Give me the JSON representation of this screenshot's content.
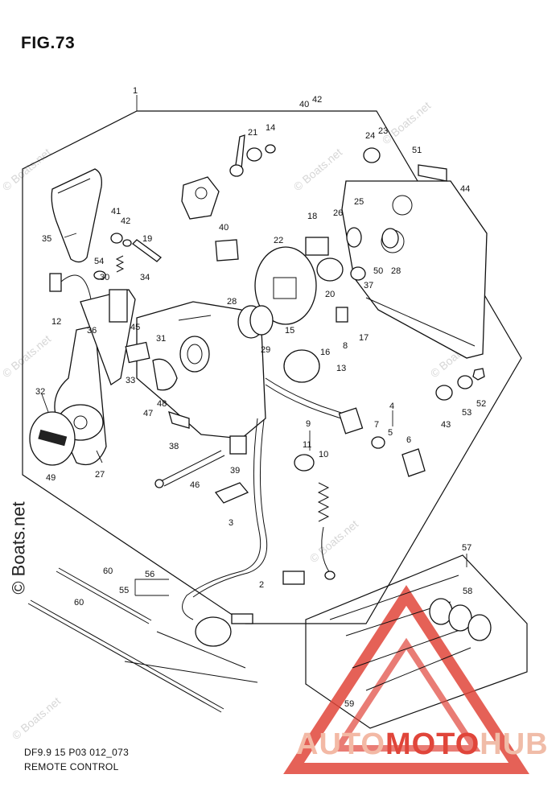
{
  "figure": {
    "title": "FIG.73"
  },
  "footer": {
    "code": "DF9.9 15 P03 012_073",
    "name": "REMOTE CONTROL"
  },
  "watermarks": {
    "corner": "© Boats.net",
    "side": "© Boats.net"
  },
  "brand": {
    "part1": "AUTO",
    "part2": "MOTO",
    "part3": "HUB",
    "accent_color": "#e0453a",
    "soft_color": "#f3b9a5"
  },
  "callouts": {
    "c1": "1",
    "c2": "2",
    "c3": "3",
    "c4": "4",
    "c5": "5",
    "c6": "6",
    "c7": "7",
    "c8": "8",
    "c9": "9",
    "c10": "10",
    "c11": "11",
    "c12": "12",
    "c13": "13",
    "c14": "14",
    "c15": "15",
    "c16": "16",
    "c17": "17",
    "c18": "18",
    "c19": "19",
    "c20": "20",
    "c21": "21",
    "c22": "22",
    "c23": "23",
    "c24": "24",
    "c25": "25",
    "c26": "26",
    "c27": "27",
    "c28a": "28",
    "c28b": "28",
    "c29": "29",
    "c30": "30",
    "c31": "31",
    "c32": "32",
    "c33": "33",
    "c34": "34",
    "c35": "35",
    "c36": "36",
    "c37": "37",
    "c38": "38",
    "c39": "39",
    "c40a": "40",
    "c40b": "40",
    "c41": "41",
    "c42a": "42",
    "c42b": "42",
    "c43": "43",
    "c44": "44",
    "c45": "45",
    "c46": "46",
    "c47": "47",
    "c48": "48",
    "c49": "49",
    "c50": "50",
    "c51": "51",
    "c52": "52",
    "c53": "53",
    "c54": "54",
    "c55": "55",
    "c56": "56",
    "c57": "57",
    "c58": "58",
    "c59": "59",
    "c60a": "60",
    "c60b": "60"
  }
}
